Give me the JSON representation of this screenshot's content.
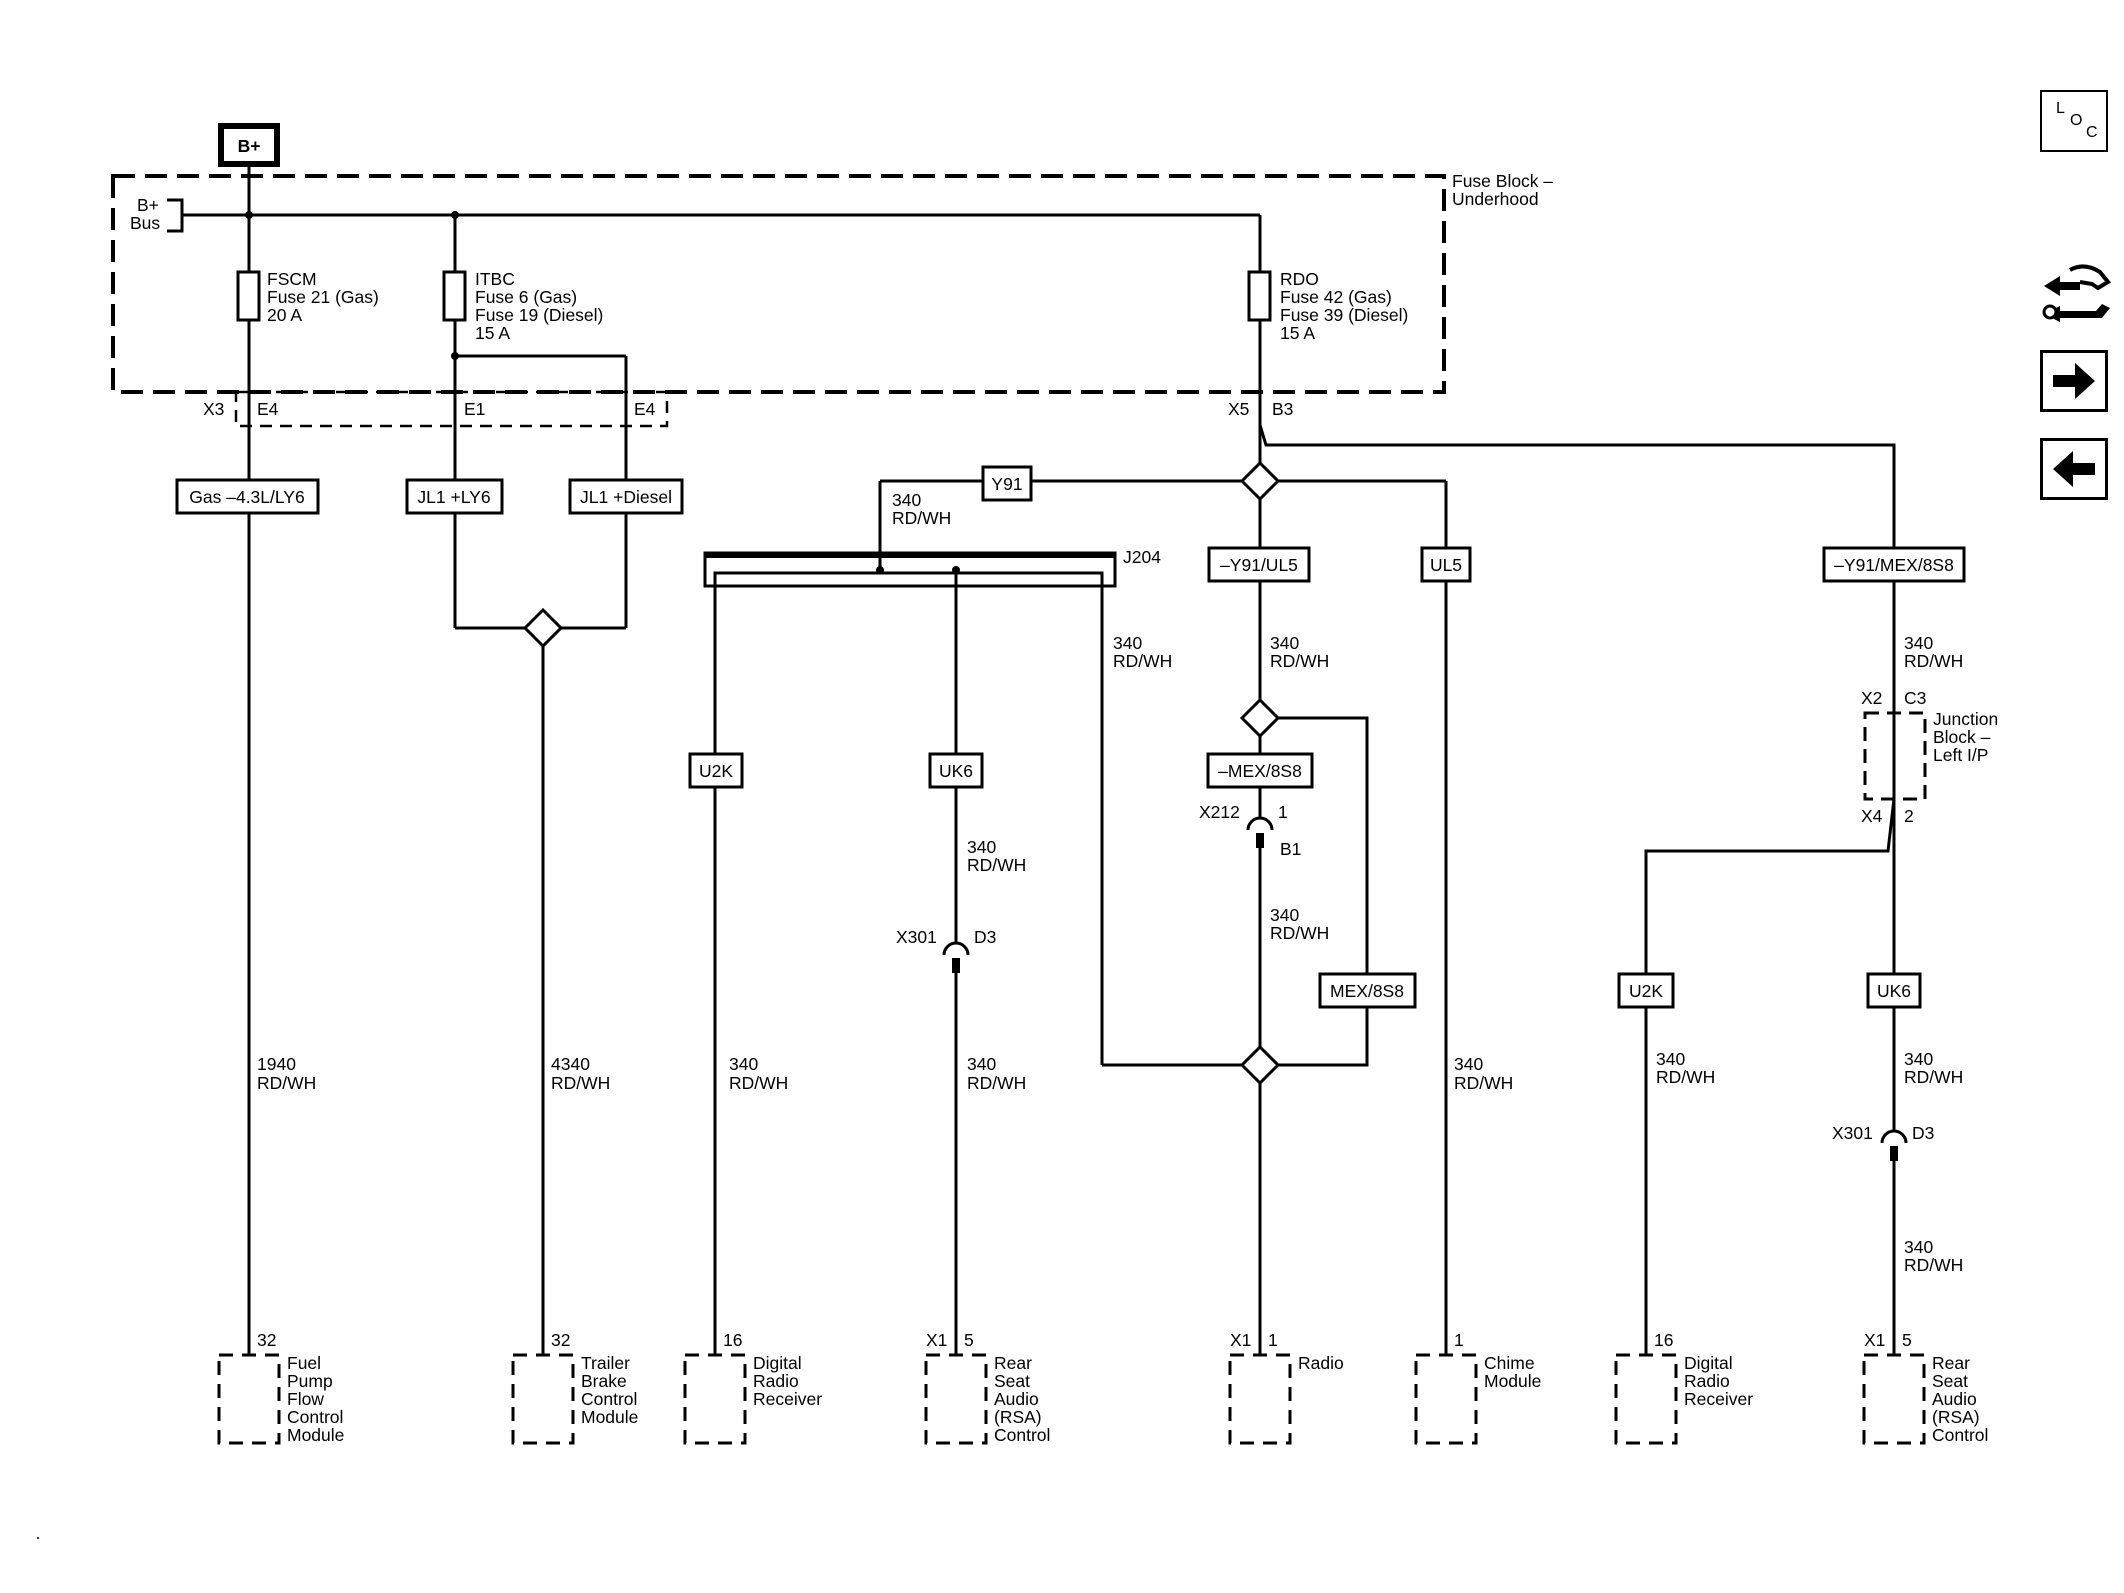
{
  "power": {
    "source_label": "B+",
    "bus_label_1": "B+",
    "bus_label_2": "Bus"
  },
  "fuse_block": {
    "name_1": "Fuse Block –",
    "name_2": "Underhood"
  },
  "fuses": {
    "fscm": {
      "name": "FSCM",
      "line_1": "Fuse 21 (Gas)",
      "line_2": "20 A"
    },
    "itbc": {
      "name": "ITBC",
      "line_1": "Fuse 6 (Gas)",
      "line_2": "Fuse 19 (Diesel)",
      "line_3": "15 A"
    },
    "rdo": {
      "name": "RDO",
      "line_1": "Fuse 42 (Gas)",
      "line_2": "Fuse 39 (Diesel)",
      "line_3": "15 A"
    }
  },
  "connectors": {
    "x3": "X3",
    "e4_left": "E4",
    "e1": "E1",
    "e4_right": "E4",
    "x5": "X5",
    "b3": "B3",
    "j204": "J204",
    "x212": "X212",
    "x212_pin": "1",
    "x212_b1": "B1",
    "x301_a": "X301",
    "x301_a_pin": "D3",
    "x2": "X2",
    "c3": "C3",
    "x4": "X4",
    "x4_pin": "2",
    "x301_b": "X301",
    "x301_b_pin": "D3"
  },
  "options": {
    "gas": "Gas –4.3L/LY6",
    "jl1_ly6": "JL1 +LY6",
    "jl1_diesel": "JL1 +Diesel",
    "y91": "Y91",
    "u2k_a": "U2K",
    "uk6_a": "UK6",
    "not_y91_ul5": "–Y91/UL5",
    "not_mex": "–MEX/8S8",
    "mex": "MEX/8S8",
    "ul5": "UL5",
    "not_y91_mex": "–Y91/MEX/8S8",
    "u2k_b": "U2K",
    "uk6_b": "UK6"
  },
  "wires": {
    "w1940_num": "1940",
    "w1940_col": "RD/WH",
    "w4340_num": "4340",
    "w4340_col": "RD/WH",
    "w_y91_num": "340",
    "w_y91_col": "RD/WH",
    "w_j204_num": "340",
    "w_j204_col": "RD/WH",
    "w_u2k_num": "340",
    "w_u2k_col": "RD/WH",
    "w_uk6_top_num": "340",
    "w_uk6_top_col": "RD/WH",
    "w_uk6_bot_num": "340",
    "w_uk6_bot_col": "RD/WH",
    "w_ul5a_num": "340",
    "w_ul5a_col": "RD/WH",
    "w_x212_num": "340",
    "w_x212_col": "RD/WH",
    "w_ul5_num": "340",
    "w_ul5_col": "RD/WH",
    "w_jb_num": "340",
    "w_jb_col": "RD/WH",
    "w_u2k_b_num": "340",
    "w_u2k_b_col": "RD/WH",
    "w_uk6_b_num": "340",
    "w_uk6_b_col": "RD/WH",
    "w_uk6_b2_num": "340",
    "w_uk6_b2_col": "RD/WH"
  },
  "junction_block": {
    "line_1": "Junction",
    "line_2": "Block –",
    "line_3": "Left I/P"
  },
  "modules": [
    {
      "pin": "32",
      "conn": "",
      "lines": [
        "Fuel",
        "Pump",
        "Flow",
        "Control",
        "Module"
      ]
    },
    {
      "pin": "32",
      "conn": "",
      "lines": [
        "Trailer",
        "Brake",
        "Control",
        "Module"
      ]
    },
    {
      "pin": "16",
      "conn": "",
      "lines": [
        "Digital",
        "Radio",
        "Receiver"
      ]
    },
    {
      "pin": "5",
      "conn": "X1",
      "lines": [
        "Rear",
        "Seat",
        "Audio",
        "(RSA)",
        "Control"
      ]
    },
    {
      "pin": "1",
      "conn": "X1",
      "lines": [
        "Radio"
      ]
    },
    {
      "pin": "1",
      "conn": "",
      "lines": [
        "Chime",
        "Module"
      ]
    },
    {
      "pin": "16",
      "conn": "",
      "lines": [
        "Digital",
        "Radio",
        "Receiver"
      ]
    },
    {
      "pin": "5",
      "conn": "X1",
      "lines": [
        "Rear",
        "Seat",
        "Audio",
        "(RSA)",
        "Control"
      ]
    }
  ],
  "nav": {
    "loc_l": "L",
    "loc_o": "O",
    "loc_c": "C",
    "icons": [
      "location-icon",
      "connector-tool-icon",
      "arrow-right-icon",
      "arrow-left-icon"
    ]
  }
}
